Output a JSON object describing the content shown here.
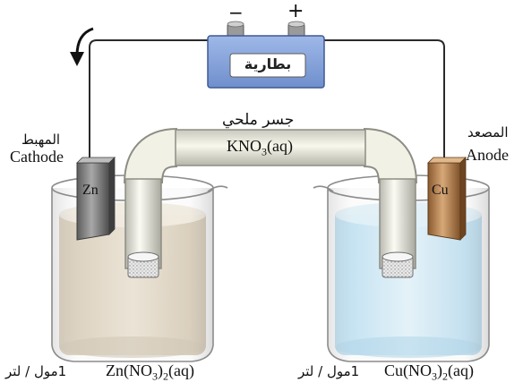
{
  "battery": {
    "label": "بطارية",
    "negative_sign": "−",
    "positive_sign": "+"
  },
  "salt_bridge": {
    "arabic_label": "جسر ملحي",
    "formula_main": "KNO",
    "formula_sub": "3",
    "formula_tail": "(aq)"
  },
  "cathode": {
    "arabic_label": "المهبط",
    "english_label": "Cathode",
    "electrode_label": "Zn"
  },
  "anode": {
    "arabic_label": "المصعد",
    "english_label": "Anode",
    "electrode_label": "Cu"
  },
  "left_solution": {
    "concentration": "1مول / لتر",
    "f1": "Zn(NO",
    "f2": "3",
    "f3": ")",
    "f4": "2",
    "f5": "(aq)"
  },
  "right_solution": {
    "concentration": "1مول / لتر",
    "f1": "Cu(NO",
    "f2": "3",
    "f3": ")",
    "f4": "2",
    "f5": "(aq)"
  },
  "colors": {
    "wire": "#2a2a2a",
    "battery_body": "#8aa6dd",
    "battery_label_bg": "#ffffff",
    "zinc_electrode": "#7d7d7d",
    "copper_electrode": "#b8865a",
    "left_solution": "#d8cbb3",
    "right_solution": "#bfe3f5",
    "salt_bridge": "#e9e9dc"
  }
}
